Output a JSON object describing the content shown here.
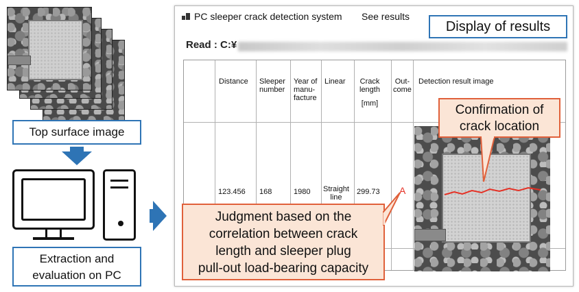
{
  "left": {
    "top_label": "Top surface image",
    "pc_label_line1": "Extraction and",
    "pc_label_line2": "evaluation on PC"
  },
  "window": {
    "title": "PC sleeper crack detection system",
    "menu_item": "See results",
    "display_tag": "Display of results",
    "read_prefix": "Read : C:¥"
  },
  "table": {
    "headers": {
      "distance": "Distance",
      "sleeper_number": [
        "Sleeper",
        "number"
      ],
      "year": [
        "Year of",
        "manu-",
        "facture"
      ],
      "linear": "Linear",
      "crack_length": [
        "Crack",
        "length"
      ],
      "unit": "[mm]",
      "outcome": [
        "Out-",
        "come"
      ],
      "image": "Detection result image"
    },
    "row": {
      "distance": "123.456",
      "sleeper_number": "168",
      "year": "1980",
      "linear": [
        "Straight",
        "line"
      ],
      "crack_length": "299.73",
      "outcome": "A"
    }
  },
  "callouts": {
    "confirmation": [
      "Confirmation of",
      "crack location"
    ],
    "judgment": [
      "Judgment based on the",
      "correlation between crack",
      "length and sleeper plug",
      "pull-out load-bearing capacity"
    ]
  },
  "colors": {
    "accent_blue": "#2e74b5",
    "callout_fill": "#fbe5d6",
    "callout_border": "#e0603a",
    "crack_red": "#e53024"
  }
}
